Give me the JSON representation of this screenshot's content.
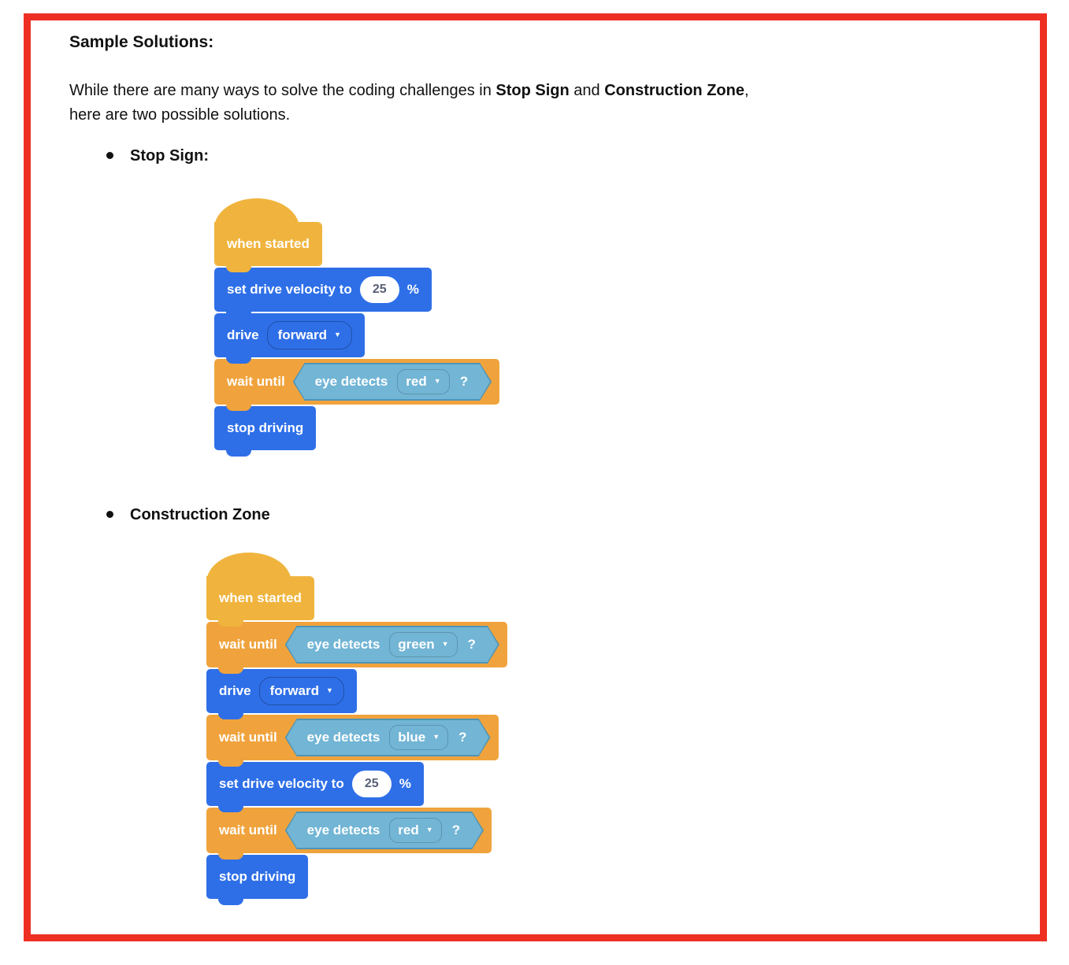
{
  "colors": {
    "red_border": "#EE3023",
    "hat_orange": "#F0B43E",
    "wait_orange": "#F0A33C",
    "block_blue": "#2E6FE8",
    "hex_fill": "#72B5D5",
    "hex_border": "#4F94B7",
    "oval_text": "#575E75"
  },
  "icons": {
    "dropdown_caret": "▼"
  },
  "header": {
    "title": "Sample Solutions:"
  },
  "intro": {
    "pre": "While there are many ways to solve the coding challenges in ",
    "bold1": "Stop Sign",
    "mid": " and ",
    "bold2": "Construction Zone",
    "post": ",",
    "line2": "here are two possible solutions."
  },
  "stacks": [
    {
      "bullet_label": "Stop Sign:",
      "blocks": [
        {
          "type": "hat",
          "label": "when started"
        },
        {
          "type": "set_velocity",
          "label": "set drive velocity to",
          "value": "25",
          "unit": "%"
        },
        {
          "type": "drive",
          "label": "drive",
          "dropdown": "forward"
        },
        {
          "type": "wait_until",
          "label": "wait until",
          "condition": "eye detects",
          "dropdown": "red",
          "question": "?"
        },
        {
          "type": "stop",
          "label": "stop driving"
        }
      ]
    },
    {
      "bullet_label": "Construction Zone",
      "blocks": [
        {
          "type": "hat",
          "label": "when started"
        },
        {
          "type": "wait_until",
          "label": "wait until",
          "condition": "eye detects",
          "dropdown": "green",
          "question": "?"
        },
        {
          "type": "drive",
          "label": "drive",
          "dropdown": "forward"
        },
        {
          "type": "wait_until",
          "label": "wait until",
          "condition": "eye detects",
          "dropdown": "blue",
          "question": "?"
        },
        {
          "type": "set_velocity",
          "label": "set drive velocity to",
          "value": "25",
          "unit": "%"
        },
        {
          "type": "wait_until",
          "label": "wait until",
          "condition": "eye detects",
          "dropdown": "red",
          "question": "?"
        },
        {
          "type": "stop",
          "label": "stop driving"
        }
      ]
    }
  ]
}
